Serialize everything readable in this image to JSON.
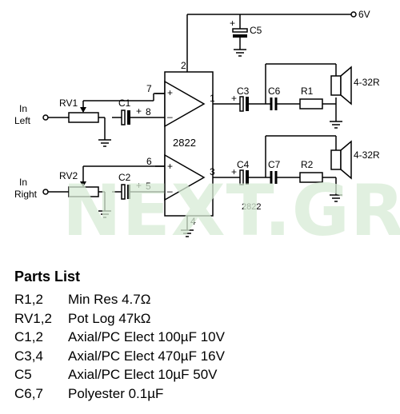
{
  "labels": {
    "supply": "6V",
    "in_left": [
      "In",
      "Left"
    ],
    "in_right": [
      "In",
      "Right"
    ],
    "rv1": "RV1",
    "rv2": "RV2",
    "c1": "C1",
    "c2": "C2",
    "c3": "C3",
    "c4": "C4",
    "c5": "C5",
    "c6": "C6",
    "c7": "C7",
    "r1": "R1",
    "r2": "R2",
    "ic": "2822",
    "ic_footnote": "2822",
    "speaker_upper": "4-32R",
    "speaker_lower": "4-32R",
    "pins": {
      "p1": "1",
      "p2": "2",
      "p3": "3",
      "p4": "4",
      "p5": "5",
      "p6": "6",
      "p7": "7",
      "p8": "8"
    },
    "plus": "+",
    "minus": "–"
  },
  "watermark": "NEXT.GR",
  "parts_list": {
    "title": "Parts List",
    "items": [
      {
        "ref": "R1,2",
        "desc": "Min Res 4.7Ω"
      },
      {
        "ref": "RV1,2",
        "desc": "Pot Log 47kΩ"
      },
      {
        "ref": "C1,2",
        "desc": "Axial/PC Elect 100µF 10V"
      },
      {
        "ref": "C3,4",
        "desc": "Axial/PC Elect 470µF 16V"
      },
      {
        "ref": "C5",
        "desc": "Axial/PC Elect 10µF 50V"
      },
      {
        "ref": "C6,7",
        "desc": "Polyester 0.1µF"
      }
    ]
  }
}
